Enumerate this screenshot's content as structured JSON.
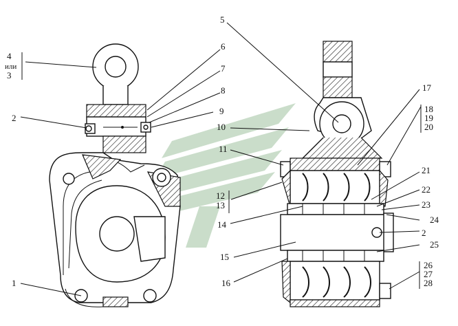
{
  "diagram": {
    "callouts_left": [
      {
        "id": "c4",
        "text": "4"
      },
      {
        "id": "c-ili",
        "text": "или"
      },
      {
        "id": "c3",
        "text": "3"
      },
      {
        "id": "c6",
        "text": "6"
      },
      {
        "id": "c7",
        "text": "7"
      },
      {
        "id": "c8",
        "text": "8"
      },
      {
        "id": "c2a",
        "text": "2"
      },
      {
        "id": "c9",
        "text": "9"
      },
      {
        "id": "c1",
        "text": "1"
      }
    ],
    "callouts_right": [
      {
        "id": "c5",
        "text": "5"
      },
      {
        "id": "c17",
        "text": "17"
      },
      {
        "id": "c18",
        "text": "18"
      },
      {
        "id": "c19",
        "text": "19"
      },
      {
        "id": "c20",
        "text": "20"
      },
      {
        "id": "c10",
        "text": "10"
      },
      {
        "id": "c11",
        "text": "11"
      },
      {
        "id": "c21",
        "text": "21"
      },
      {
        "id": "c12",
        "text": "12"
      },
      {
        "id": "c13",
        "text": "13"
      },
      {
        "id": "c22",
        "text": "22"
      },
      {
        "id": "c23",
        "text": "23"
      },
      {
        "id": "c14",
        "text": "14"
      },
      {
        "id": "c24",
        "text": "24"
      },
      {
        "id": "c2b",
        "text": "2"
      },
      {
        "id": "c15",
        "text": "15"
      },
      {
        "id": "c25",
        "text": "25"
      },
      {
        "id": "c16",
        "text": "16"
      },
      {
        "id": "c26",
        "text": "26"
      },
      {
        "id": "c27",
        "text": "27"
      },
      {
        "id": "c28",
        "text": "28"
      }
    ],
    "colors": {
      "ink": "#111111",
      "watermark": "#9fc29f",
      "background": "#ffffff"
    }
  }
}
